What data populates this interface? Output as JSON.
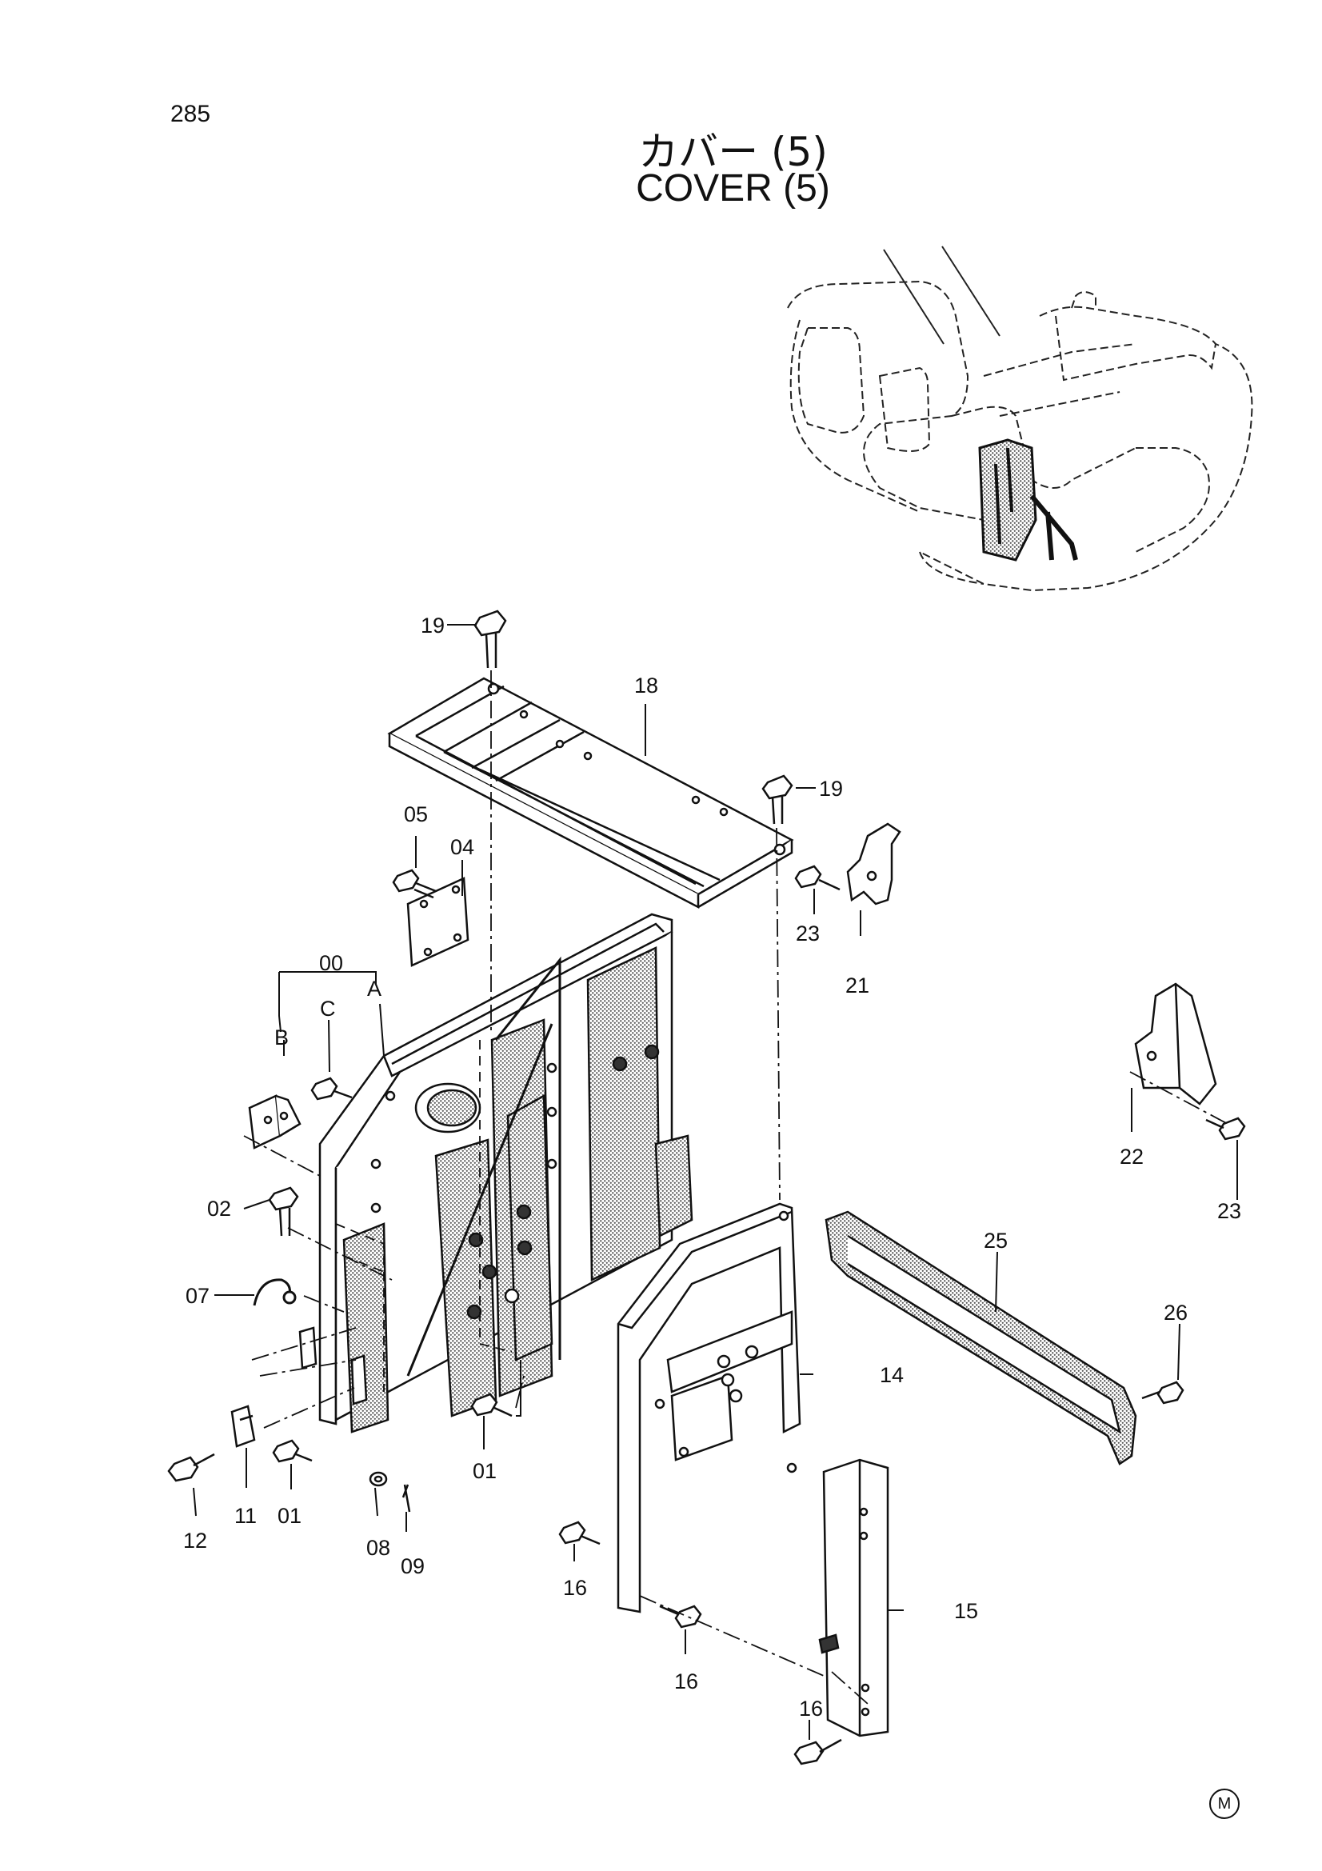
{
  "page": {
    "page_number": "285",
    "title_jp": "カバー (5)",
    "title_en": "COVER (5)",
    "mark": "M"
  },
  "callouts": [
    "19",
    "18",
    "19",
    "05",
    "04",
    "00",
    "C",
    "A",
    "B",
    "23",
    "21",
    "22",
    "23",
    "02",
    "07",
    "25",
    "26",
    "14",
    "01",
    "12",
    "11",
    "01",
    "08",
    "09",
    "16",
    "16",
    "15",
    "16"
  ]
}
